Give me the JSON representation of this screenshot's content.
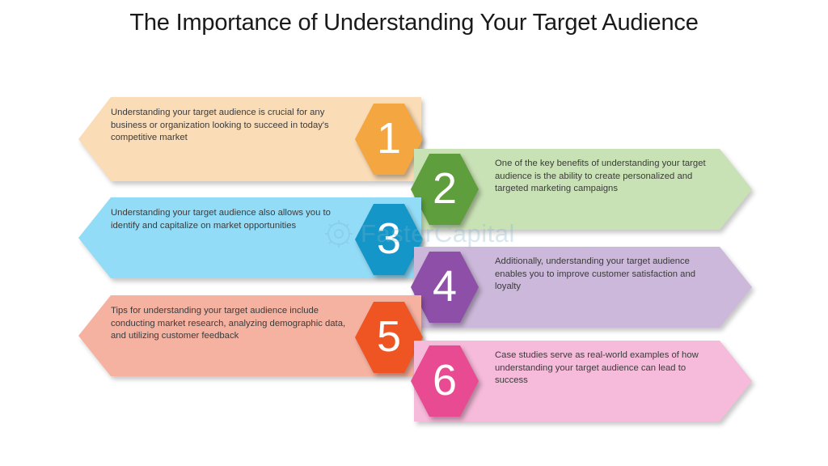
{
  "slide": {
    "title": "The Importance of Understanding Your Target Audience",
    "background": "#ffffff"
  },
  "watermark": {
    "text": "FasterCapital",
    "logo_icon": "gear-circle-icon",
    "color": "#7fb4c9"
  },
  "items": [
    {
      "number": "1",
      "text": "Understanding your target audience is crucial for any business or organization looking to succeed in today's competitive market",
      "side": "left",
      "banner_color": "#fadcb7",
      "hex_color": "#f4a641",
      "hex_shadow": "#d98b28"
    },
    {
      "number": "2",
      "text": "One of the key benefits of understanding your target audience is the ability to create personalized and targeted marketing campaigns",
      "side": "right",
      "banner_color": "#c9e2b5",
      "hex_color": "#5f9e3d",
      "hex_shadow": "#4d8531"
    },
    {
      "number": "3",
      "text": "Understanding your target audience also allows you to identify and capitalize on market opportunities",
      "side": "left",
      "banner_color": "#93dcf7",
      "hex_color": "#1596c8",
      "hex_shadow": "#107ba5"
    },
    {
      "number": "4",
      "text": "Additionally, understanding your target audience enables you to improve customer satisfaction and loyalty",
      "side": "right",
      "banner_color": "#ccb8da",
      "hex_color": "#8e4fa8",
      "hex_shadow": "#73408a"
    },
    {
      "number": "5",
      "text": "Tips for understanding your target audience include conducting market research, analyzing demographic data, and utilizing customer feedback",
      "side": "left",
      "banner_color": "#f6b2a1",
      "hex_color": "#ef5423",
      "hex_shadow": "#cb4419"
    },
    {
      "number": "6",
      "text": "Case studies serve as real-world examples of how understanding your target audience can lead to success",
      "side": "right",
      "banner_color": "#f6bada",
      "hex_color": "#e94b93",
      "hex_shadow": "#c93a79"
    }
  ]
}
